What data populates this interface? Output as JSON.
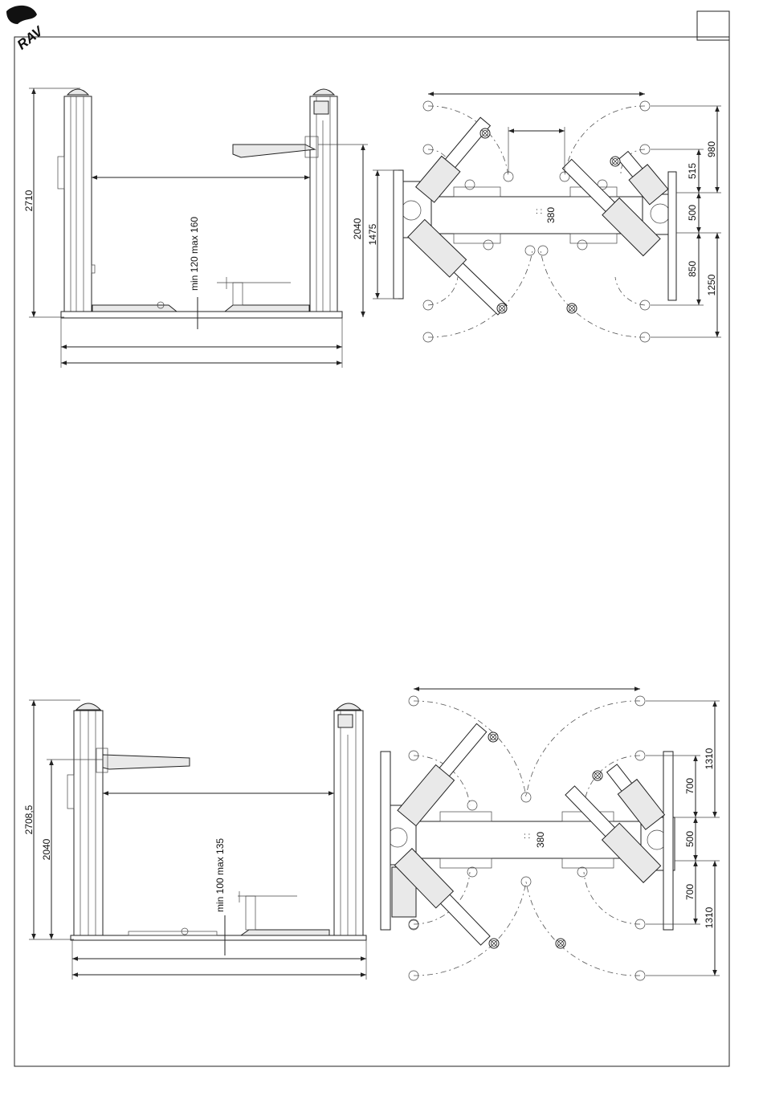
{
  "brand": {
    "logo_text": "RAV"
  },
  "drawing_top": {
    "side_view": {
      "height_total": "2710",
      "platform_height": "2040",
      "pad_range": "min 120 max 160"
    },
    "top_view": {
      "rail_length": "1475",
      "gap": "380",
      "dim_980": "980",
      "dim_515": "515",
      "dim_500": "500",
      "dim_850": "850",
      "dim_1250": "1250"
    }
  },
  "drawing_bottom": {
    "side_view": {
      "height_total": "2708,5",
      "platform_height": "2040",
      "pad_range": "min 100 max 135"
    },
    "top_view": {
      "gap": "380",
      "dim_1310a": "1310",
      "dim_700a": "700",
      "dim_500": "500",
      "dim_700b": "700",
      "dim_1310b": "1310"
    }
  }
}
